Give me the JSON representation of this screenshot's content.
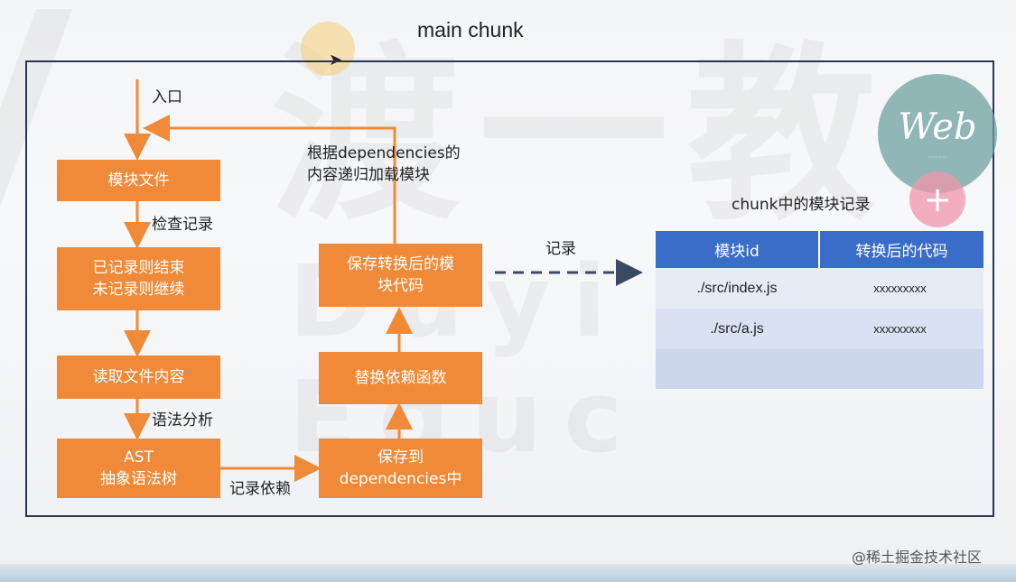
{
  "title": "main chunk",
  "boxes": {
    "module_file": "模块文件",
    "check_done": "已记录则结束\n未记录则继续",
    "read_file": "读取文件内容",
    "ast": "AST\n抽象语法树",
    "save_deps": "保存到\ndependencies中",
    "replace_fn": "替换依赖函数",
    "save_code": "保存转换后的模\n块代码"
  },
  "labels": {
    "entry": "入口",
    "check_record": "检查记录",
    "syntax_analysis": "语法分析",
    "record_deps": "记录依赖",
    "recursive_load": "根据dependencies的\n内容递归加载模块",
    "record": "记录"
  },
  "table": {
    "caption": "chunk中的模块记录",
    "headers": [
      "模块id",
      "转换后的代码"
    ],
    "rows": [
      [
        "./src/index.js",
        "xxxxxxxxx"
      ],
      [
        "./src/a.js",
        "xxxxxxxxx"
      ],
      [
        "",
        ""
      ]
    ]
  },
  "badge": {
    "web": "Web"
  },
  "credit": "@稀土掘金技术社区",
  "colors": {
    "box": "#f08a38",
    "frame": "#2a3550",
    "table_header": "#3a6dc8"
  }
}
